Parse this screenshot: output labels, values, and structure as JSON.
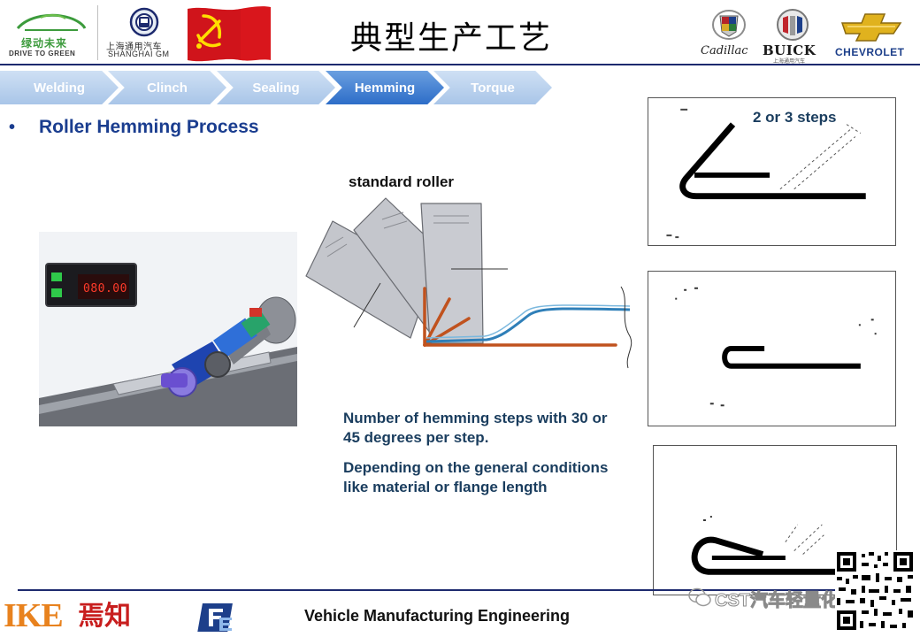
{
  "header": {
    "logo_green": {
      "cn": "绿动未来",
      "en": "DRIVE TO GREEN"
    },
    "logo_sgm": {
      "cn": "上海通用汽车",
      "en": "SHANGHAI GM"
    },
    "title": "典型生产工艺",
    "brands": {
      "cadillac": "Cadillac",
      "buick": "BUICK",
      "buick_sub": "上海通用汽车",
      "chevrolet": "CHEVROLET"
    }
  },
  "process_steps": [
    {
      "label": "Welding",
      "active": false
    },
    {
      "label": "Clinch",
      "active": false
    },
    {
      "label": "Sealing",
      "active": false
    },
    {
      "label": "Hemming",
      "active": true
    },
    {
      "label": "Torque",
      "active": false
    }
  ],
  "main": {
    "bullet": "•",
    "section_title": "Roller Hemming Process",
    "lcd_readout": "080.00",
    "roller_label": "standard roller",
    "description": [
      "Number of hemming steps with 30 or 45 degrees per step.",
      "Depending on the general conditions like material or flange length"
    ],
    "steps_box_label": "2 or 3 steps"
  },
  "footer": {
    "logo_ike": "IKE",
    "logo_cn": "焉知",
    "title": "Vehicle Manufacturing Engineering",
    "wechat_account": "CST汽车轻量化"
  },
  "colors": {
    "brand_navy": "#1d2a6e",
    "title_blue": "#1a3d8f",
    "step_active": "#2d6dc8",
    "step_inactive": "#a9c5e8",
    "flange_orange": "#c0521e",
    "outer_blue": "#2f7fb8",
    "ike_orange": "#e8821e",
    "flag_red": "#d9161c",
    "flag_yellow": "#ffde00"
  }
}
